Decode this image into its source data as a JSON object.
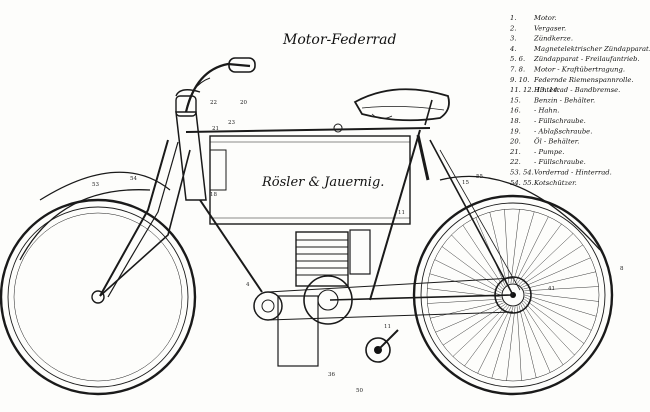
{
  "title": "Motor-Federrad",
  "tank_text": "Rösler & Jauernig.",
  "refs": [
    "53",
    "54",
    "22",
    "20",
    "21",
    "23",
    "18",
    "11",
    "15",
    "55",
    "8",
    "41",
    "4",
    "36",
    "50",
    "11"
  ],
  "legend": [
    {
      "no": "1.",
      "text": "Motor."
    },
    {
      "no": "2.",
      "text": "Vergaser."
    },
    {
      "no": "3.",
      "text": "Zündkerze."
    },
    {
      "no": "4.",
      "text": "Magnetelektrischer Zündapparat."
    },
    {
      "no": "5. 6.",
      "text": "Zündapparat - Freilaufantrieb."
    },
    {
      "no": "7. 8.",
      "text": "Motor - Kraftübertragung."
    },
    {
      "no": "9. 10.",
      "text": "Federnde Riemenspannrolle."
    },
    {
      "no": "11. 12. 13. 14.",
      "text": "Hinterrad - Bandbremse."
    },
    {
      "no": "15.",
      "text": "Benzin - Behälter."
    },
    {
      "no": "16.",
      "text": "- Hahn."
    },
    {
      "no": "18.",
      "text": "- Füllschraube."
    },
    {
      "no": "19.",
      "text": "- Ablaßschraube."
    },
    {
      "no": "20.",
      "text": "Öl - Behälter."
    },
    {
      "no": "21.",
      "text": "- Pumpe."
    },
    {
      "no": "22.",
      "text": "- Füllschraube."
    },
    {
      "no": "53. 54.",
      "text": "Vorderrad - Hinterrad."
    },
    {
      "no": "54. 55.",
      "text": "Kotschützer."
    }
  ]
}
